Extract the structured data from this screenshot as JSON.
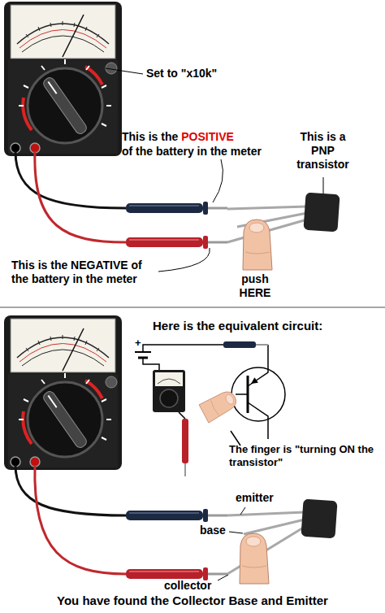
{
  "diagram": {
    "caption": "You have found the Collector Base and Emitter",
    "labels": [
      "Set to \"x10k\"",
      "This is the",
      "POSITIVE",
      "of the battery in the meter",
      "This is a PNP transistor",
      "This is the NEGATIVE of the battery in the meter",
      "push HERE",
      "Here is the equivalent circuit:",
      "+",
      "The finger is \"turning ON the transistor\"",
      "emitter",
      "base",
      "collector"
    ]
  }
}
